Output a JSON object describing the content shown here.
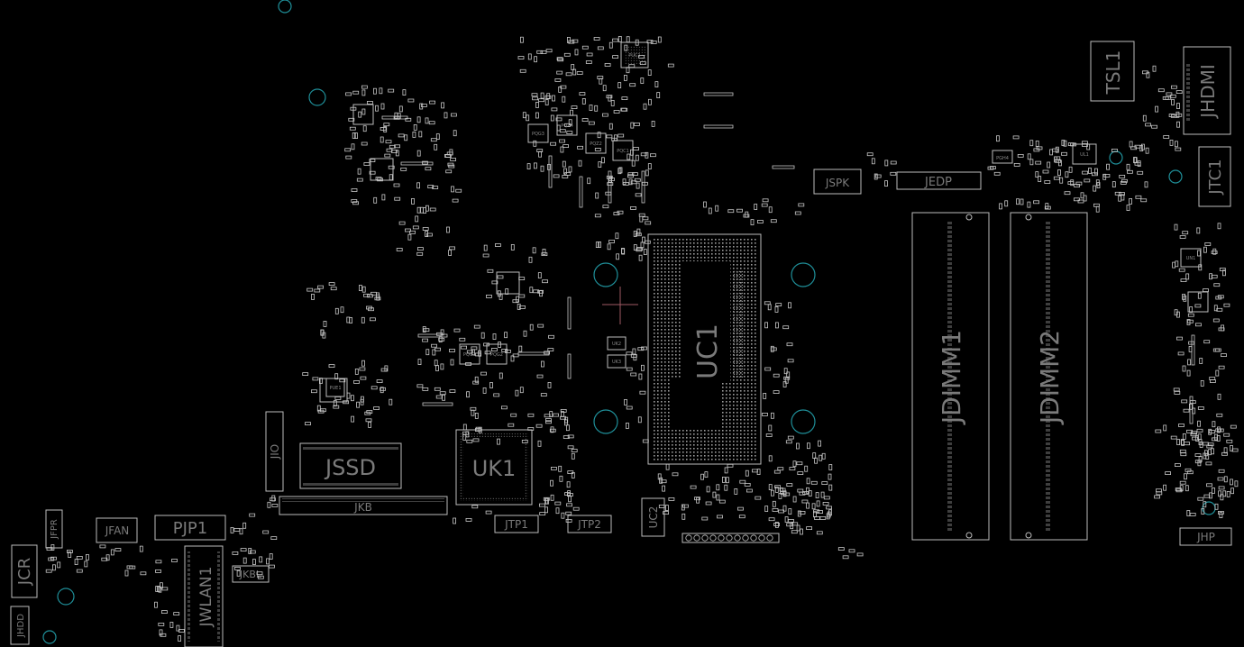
{
  "board": {
    "background": "#000000",
    "silk_color": "#c8c8c8",
    "hole_color": "#1f8f99",
    "cursor_color": "#a05a64",
    "labels": {
      "uc1": "UC1",
      "uk1": "UK1",
      "jssd": "JSSD",
      "jkb": "JKB",
      "jio": "JIO",
      "jdimm1": "JDIMM1",
      "jdimm2": "JDIMM2",
      "jhdmi": "JHDMI",
      "tsl1": "TSL1",
      "jtc1": "JTC1",
      "jhp": "JHP",
      "jedp": "JEDP",
      "jspk": "JSPK",
      "jtp1": "JTP1",
      "jtp2": "JTP2",
      "uc2": "UC2",
      "pjp1": "PJP1",
      "jwlan1": "JWLAN1",
      "jkbl": "JKBL",
      "jfan": "JFAN",
      "jfpr": "JFPR",
      "jcr": "JCR",
      "jhdd": "JHDD"
    },
    "small_labels": {
      "pu1": "PUC1",
      "pq1": "PQG1",
      "pq2": "PQG2",
      "pq3": "PQG3",
      "pq4": "PQZ4",
      "pqc1": "PQC1",
      "pqc2": "PQZ2",
      "ul1": "UL1",
      "un1": "UN1",
      "uk2": "UK2",
      "uk3": "UK3",
      "pg4": "PGH4",
      "ug1": "PUE1"
    }
  }
}
